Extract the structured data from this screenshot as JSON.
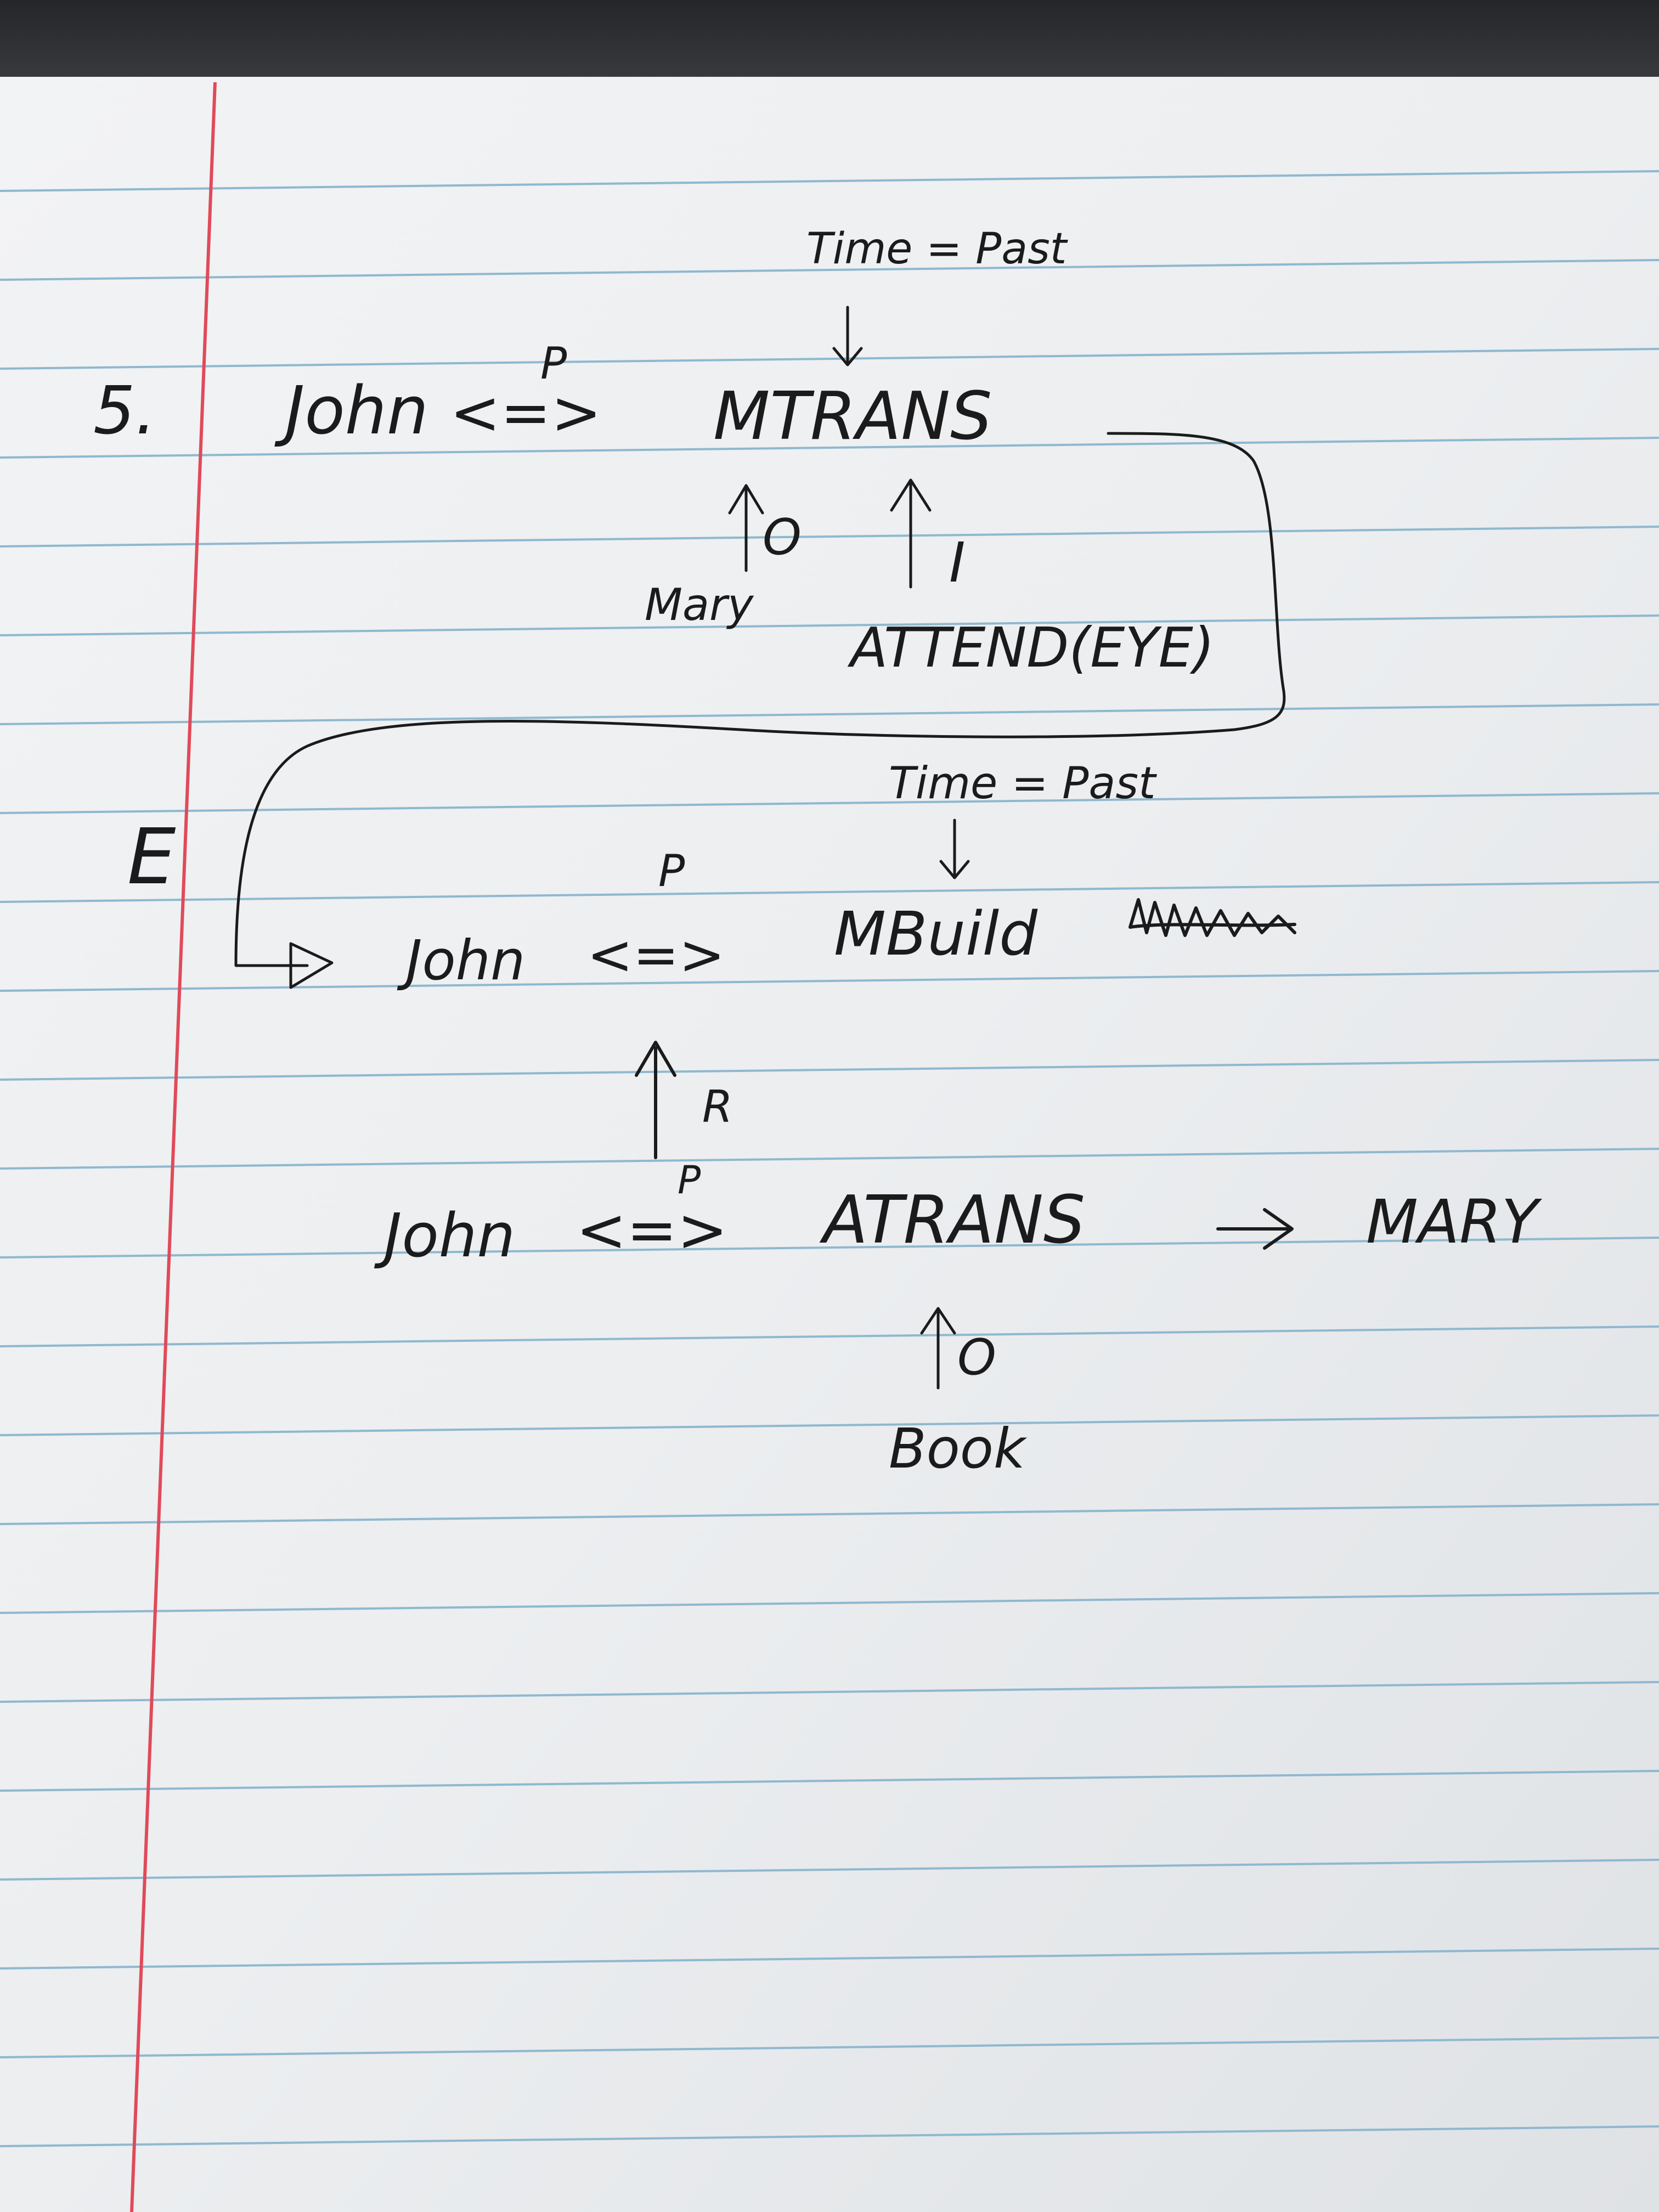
{
  "item_number": "5.",
  "margin_mark": "E",
  "diagram": {
    "top": {
      "time_label": "Time = Past",
      "actor": "John",
      "p_marker": "P",
      "link": "<=>",
      "act": "MTRANS",
      "object_marker": "O",
      "object": "Mary",
      "instrument_marker": "I",
      "instrument": "ATTEND(EYE)"
    },
    "middle": {
      "time_label": "Time = Past",
      "actor": "John",
      "p_marker": "P",
      "link": "<=>",
      "act": "MBuild",
      "result_marker": "R"
    },
    "bottom": {
      "actor": "John",
      "p_marker": "P",
      "link": "<=>",
      "act": "ATRANS",
      "recipient": "MARY",
      "object_marker": "O",
      "object": "Book"
    }
  },
  "colors": {
    "paper": "#eceef0",
    "rule_lines": "#8fb8cf",
    "margin_line": "#e04a5a",
    "ink": "#1b1b1b",
    "top_shadow": "#2a2c30"
  }
}
